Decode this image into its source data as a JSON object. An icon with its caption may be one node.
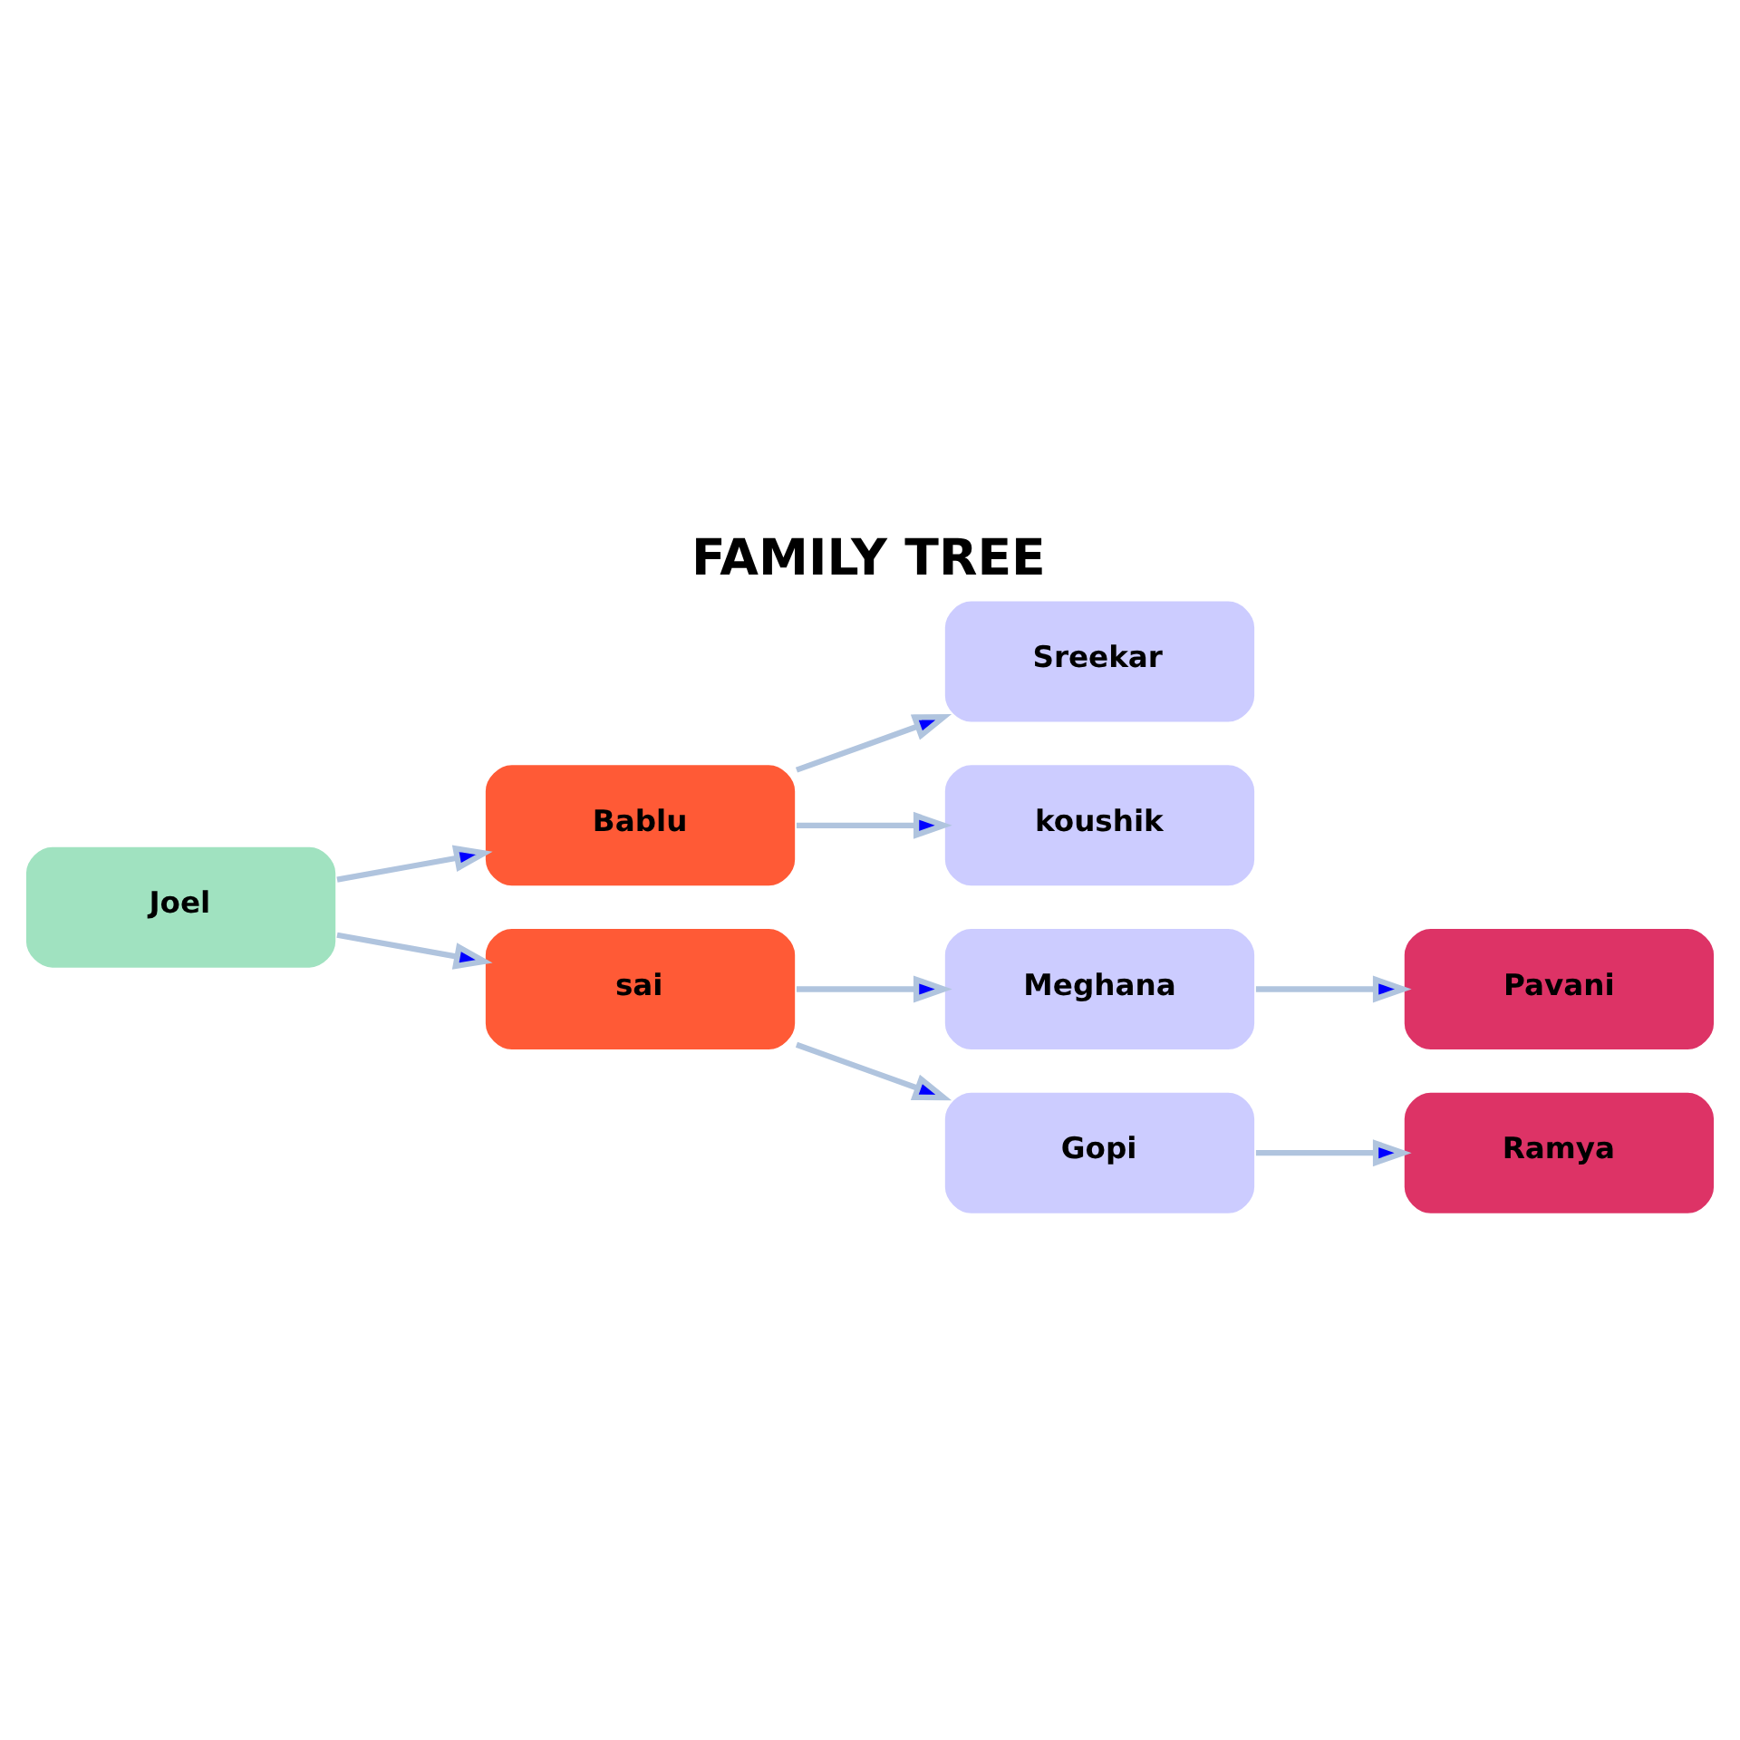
{
  "diagram": {
    "title": "FAMILY TREE",
    "nodes": [
      {
        "text": [
          "Joel"
        ]
      },
      {
        "text": [
          "Bablu"
        ]
      },
      {
        "text": [
          "sai"
        ]
      },
      {
        "text": [
          "Sreekar"
        ]
      },
      {
        "text": [
          "koushik"
        ]
      },
      {
        "text": [
          "Meghana"
        ]
      },
      {
        "text": [
          "Gopi"
        ]
      },
      {
        "text": [
          "Pavani"
        ]
      },
      {
        "text": [
          "Ramya"
        ]
      }
    ],
    "edges": [
      {
        "from": 0,
        "to": 1,
        "arrow": "to"
      },
      {
        "from": 0,
        "to": 2,
        "arrow": "to"
      },
      {
        "from": 1,
        "to": 3,
        "arrow": "to"
      },
      {
        "from": 1,
        "to": 4,
        "arrow": "to"
      },
      {
        "from": 2,
        "to": 5,
        "arrow": "to"
      },
      {
        "from": 2,
        "to": 6,
        "arrow": "to"
      },
      {
        "from": 5,
        "to": 7,
        "arrow": "to"
      },
      {
        "from": 6,
        "to": 8,
        "arrow": "to"
      }
    ]
  }
}
